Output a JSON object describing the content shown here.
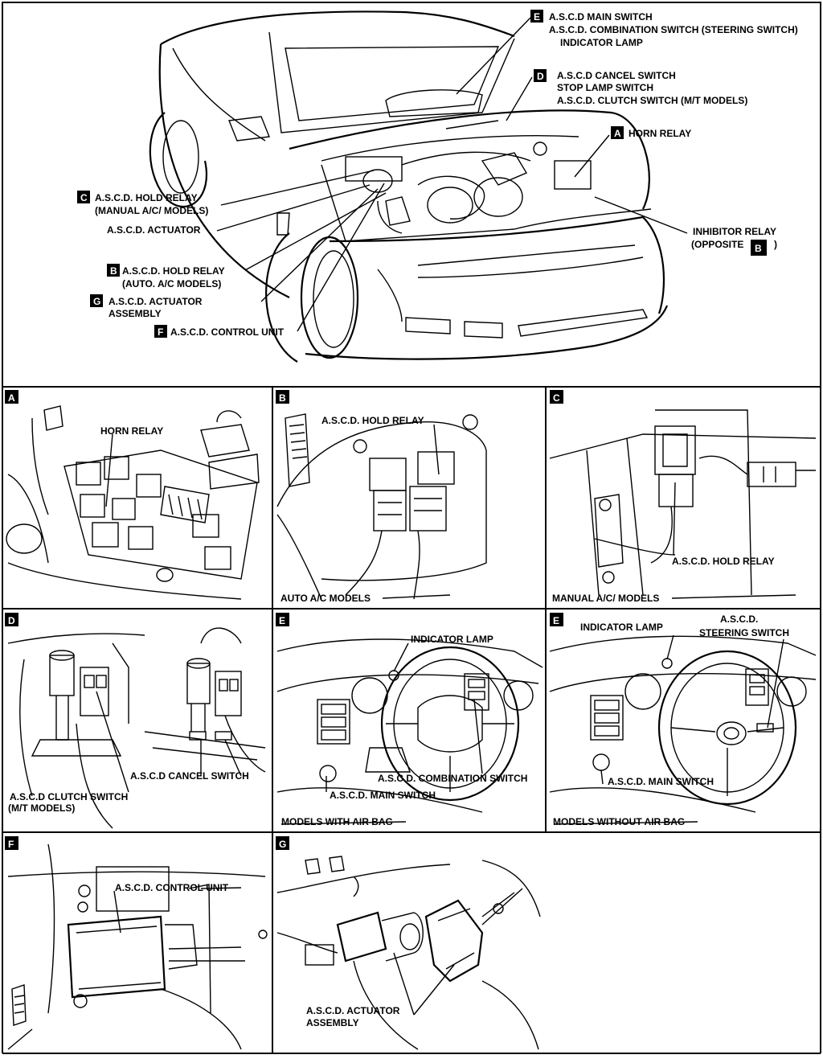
{
  "overview": {
    "labels": {
      "e": [
        "A.S.C.D MAIN SWITCH",
        "A.S.C.D. COMBINATION SWITCH (STEERING SWITCH)",
        "INDICATOR LAMP"
      ],
      "d": [
        "A.S.C.D CANCEL SWITCH",
        "STOP LAMP SWITCH",
        "A.S.C.D. CLUTCH SWITCH (M/T MODELS)"
      ],
      "a": [
        "HORN RELAY"
      ],
      "c": [
        "A.S.C.D. HOLD RELAY",
        "(MANUAL A/C/ MODELS)"
      ],
      "actuator": [
        "A.S.C.D. ACTUATOR"
      ],
      "inhibitor": [
        "INHIBITOR RELAY",
        "(OPPOSITE",
        ")"
      ],
      "b": [
        "A.S.C.D. HOLD RELAY",
        "(AUTO.  A/C MODELS)"
      ],
      "g": [
        "A.S.C.D. ACTUATOR",
        "ASSEMBLY"
      ],
      "f": [
        "A.S.C.D. CONTROL UNIT"
      ]
    }
  },
  "badges": {
    "A": "A",
    "B": "B",
    "C": "C",
    "D": "D",
    "E": "E",
    "F": "F",
    "G": "G"
  },
  "panels": {
    "a": {
      "labels": [
        "HORN RELAY"
      ]
    },
    "b": {
      "labels": [
        "A.S.C.D. HOLD RELAY",
        "AUTO A/C MODELS"
      ]
    },
    "c": {
      "labels": [
        "A.S.C.D. HOLD RELAY",
        "MANUAL A/C/ MODELS"
      ]
    },
    "d": {
      "labels": [
        "A.S.C.D CANCEL SWITCH",
        "A.S.C.D CLUTCH SWITCH",
        "(M/T MODELS)"
      ]
    },
    "e1": {
      "labels": [
        "INDICATOR LAMP",
        "A.S.C.D. COMBINATION SWITCH",
        "A.S.C.D. MAIN SWITCH",
        "MODELS WITH AIR BAG"
      ]
    },
    "e2": {
      "labels": [
        "INDICATOR LAMP",
        "A.S.C.D.",
        "STEERING SWITCH",
        "A.S.C.D. MAIN SWITCH",
        "MODELS WITHOUT AIR BAG"
      ]
    },
    "f": {
      "labels": [
        "A.S.C.D. CONTROL UNIT"
      ]
    },
    "g": {
      "labels": [
        "A.S.C.D. ACTUATOR",
        "ASSEMBLY"
      ]
    }
  }
}
